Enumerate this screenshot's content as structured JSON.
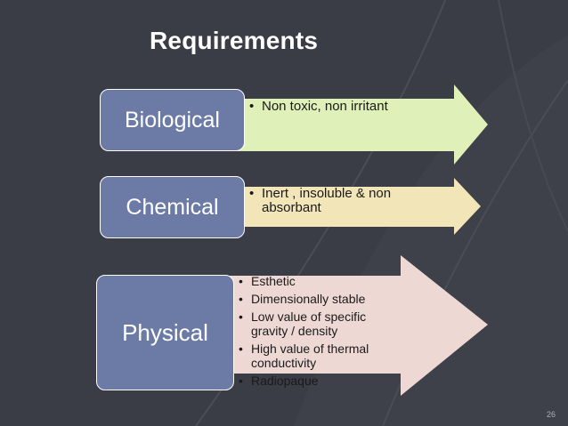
{
  "slide": {
    "title": "Requirements",
    "page_number": "26"
  },
  "rows": [
    {
      "category": "Biological",
      "bullets": [
        "Non toxic, non irritant"
      ],
      "arrow_color": "#dff0b8"
    },
    {
      "category": "Chemical",
      "bullets": [
        "Inert , insoluble & non absorbant"
      ],
      "arrow_color": "#f2e6b8"
    },
    {
      "category": "Physical",
      "bullets": [
        "Esthetic",
        "Dimensionally stable",
        "Low value of specific gravity / density",
        "High value of thermal conductivity",
        "Radiopaque"
      ],
      "arrow_color": "#eed8d4"
    }
  ],
  "theme": {
    "background": "#3e404a",
    "box_fill": "#6c7aa6",
    "text_light": "#ffffff",
    "text_dark": "#1a1a1a"
  }
}
